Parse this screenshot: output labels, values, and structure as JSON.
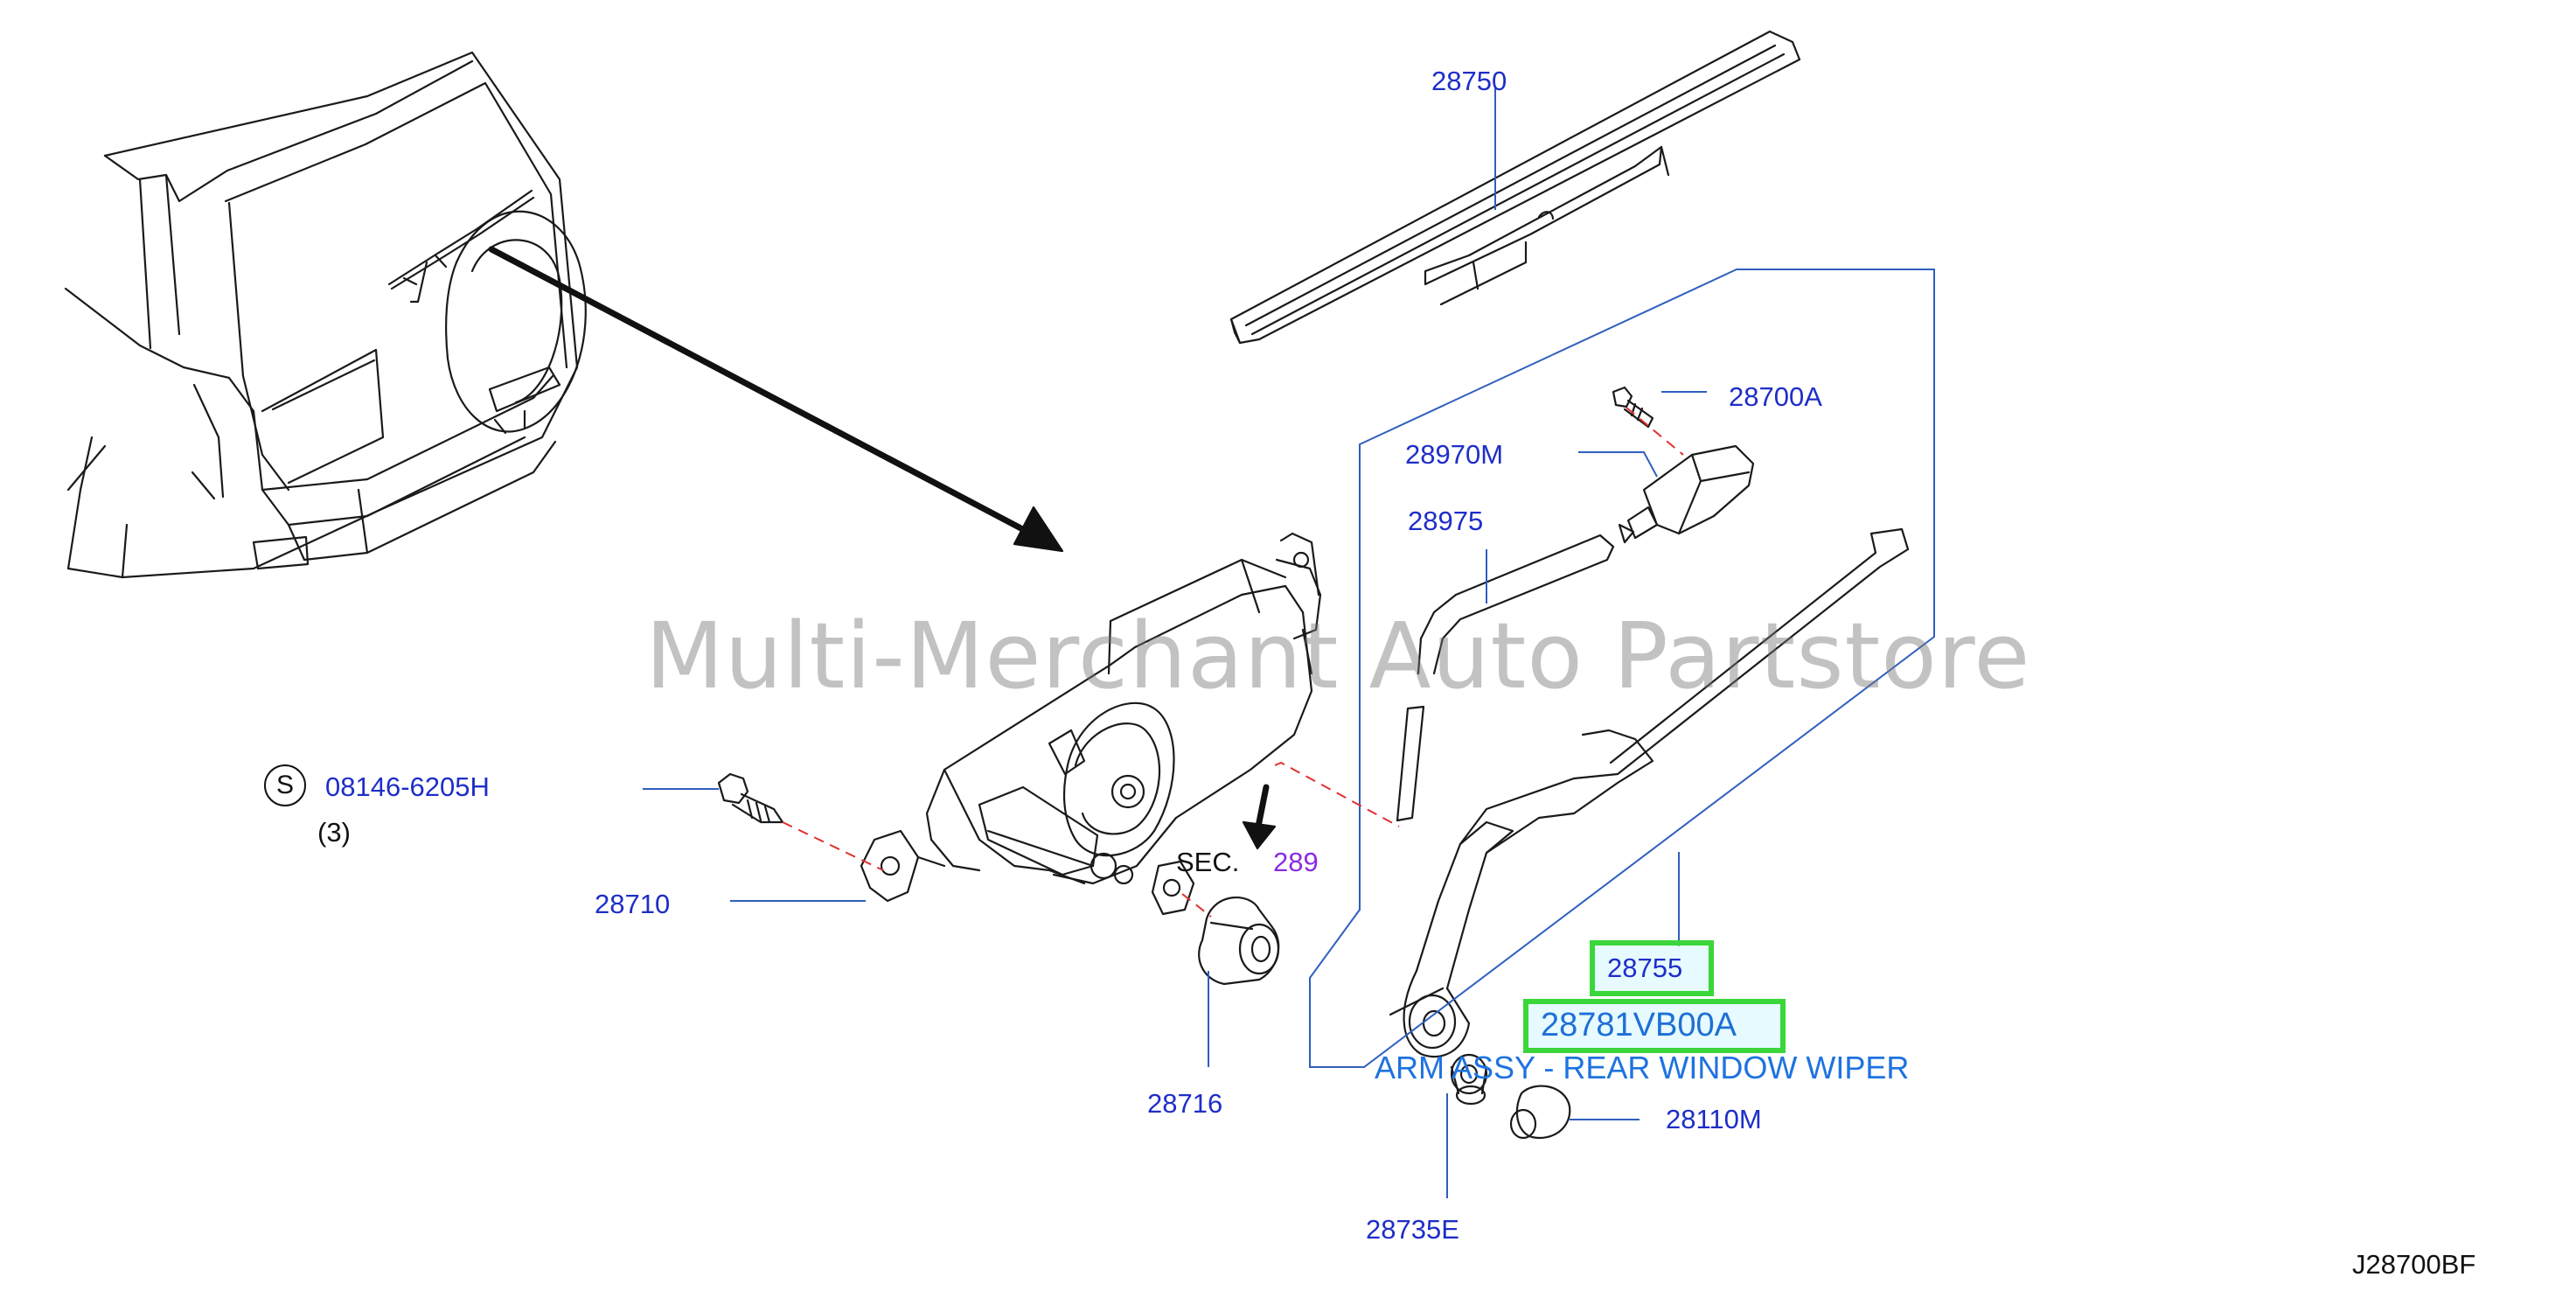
{
  "watermark": "Multi-Merchant Auto Partstore",
  "diagram_code": "J28700BF",
  "parts": {
    "blade": "28750",
    "screw_top": "28700A",
    "nozzle": "28970M",
    "hose": "28975",
    "bolt": "08146-6205H",
    "bolt_qty": "(3)",
    "motor": "28710",
    "grommet": "28716",
    "arm": "28755",
    "washer": "28735E",
    "cap": "28110M"
  },
  "bolt_symbol": "S",
  "section_ref": {
    "prefix": "SEC.",
    "number": "289"
  },
  "highlight": {
    "part_number": "28781VB00A",
    "description": "ARM ASSY - REAR WINDOW WIPER"
  },
  "colors": {
    "label_blue": "#1e2ec8",
    "highlight_border": "#3ad63a",
    "description_blue": "#1e73e0",
    "section_purple": "#8a2be2",
    "leader_red": "#e03030",
    "outline_blue": "#2f5fbf"
  }
}
